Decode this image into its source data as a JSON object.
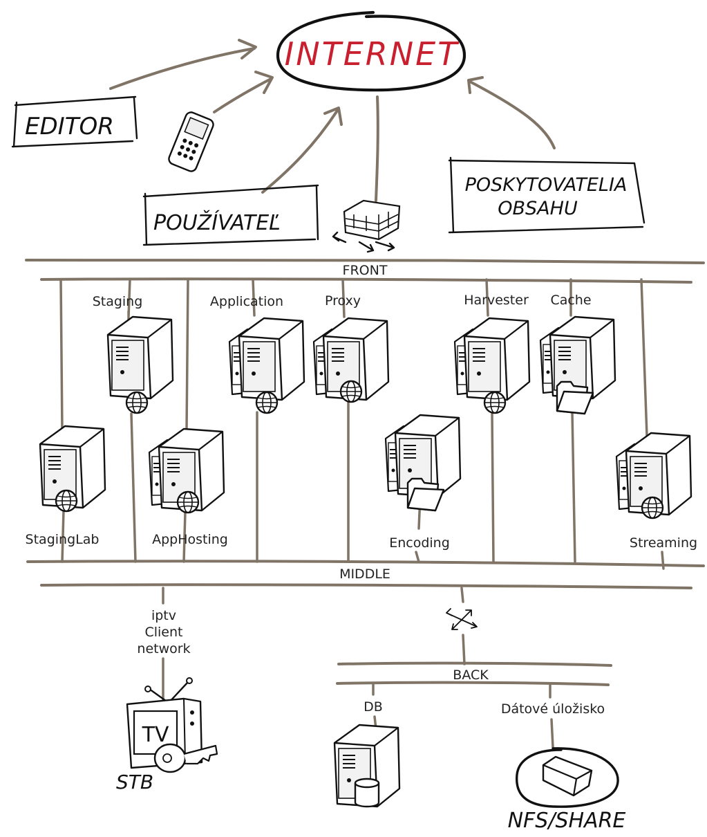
{
  "hub": {
    "label": "INTERNET",
    "color": "#c8202f"
  },
  "actors": {
    "editor": "EDITOR",
    "user": "POUŽÍVATEĽ",
    "providers_line1": "POSKYTOVATELIA",
    "providers_line2": "OBSAHU"
  },
  "segments": {
    "front": "FRONT",
    "middle": "MIDDLE",
    "back": "BACK"
  },
  "servers": {
    "staging": "Staging",
    "application": "Application",
    "proxy": "Proxy",
    "harvester": "Harvester",
    "cache": "Cache",
    "staginglab": "StagingLab",
    "apphosting": "AppHosting",
    "encoding": "Encoding",
    "streaming": "Streaming"
  },
  "client": {
    "line1": "iptv",
    "line2": "Client",
    "line3": "network",
    "tv": "TV",
    "stb": "STB"
  },
  "storage": {
    "db": "DB",
    "data_storage": "Dátové úložisko",
    "nfs": "NFS/SHARE"
  },
  "icons": [
    "server-icon",
    "globe-icon",
    "folder-icon",
    "firewall-icon",
    "router-icon",
    "phone-icon",
    "tv-icon",
    "key-icon",
    "database-icon",
    "disk-icon"
  ]
}
